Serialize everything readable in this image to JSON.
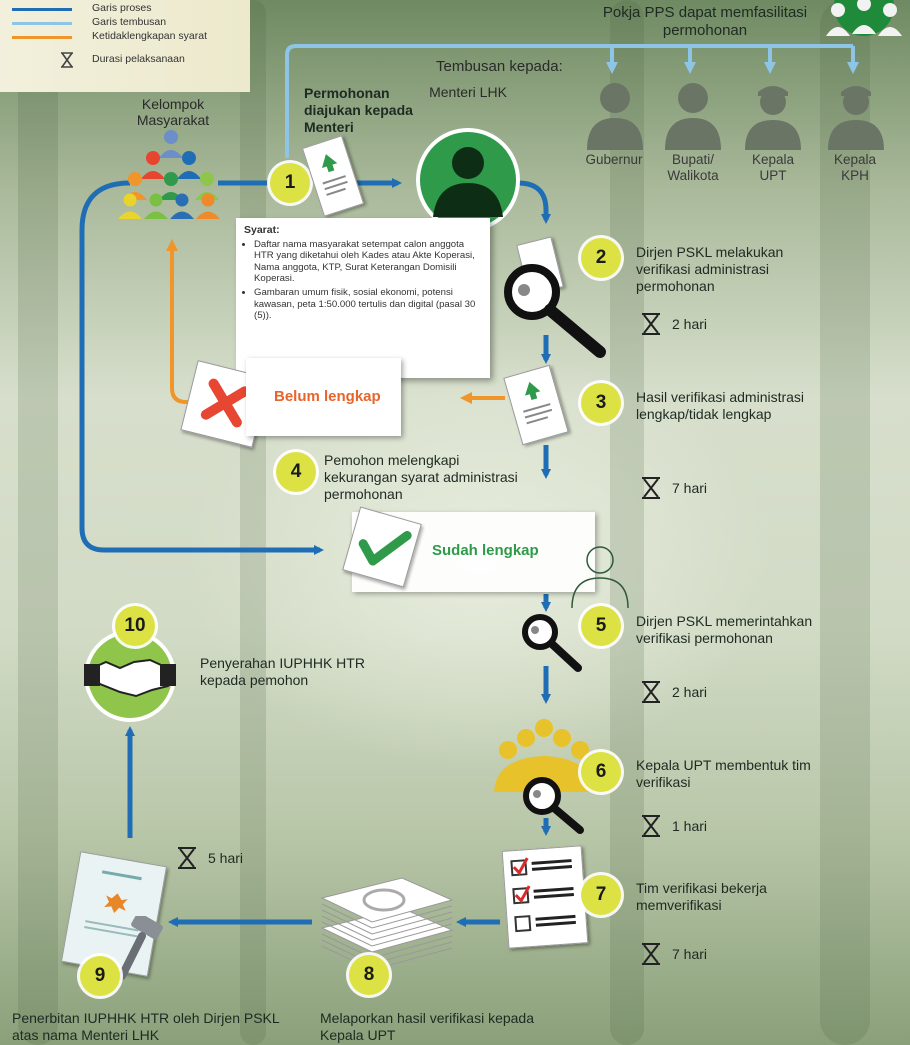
{
  "legend": {
    "items": [
      {
        "label": "Garis proses",
        "color": "#1f6eb5"
      },
      {
        "label": "Garis tembusan",
        "color": "#8ec5e6"
      },
      {
        "label": "Ketidaklengkapan syarat",
        "color": "#f0952a"
      },
      {
        "label": "Durasi pelaksanaan",
        "icon": "hourglass-icon"
      }
    ]
  },
  "pokja": "Pokja PPS dapat memfasilitasi permohonan",
  "tembusan_title": "Tembusan kepada:",
  "officials": [
    {
      "label": "Gubernur"
    },
    {
      "label": "Bupati/ Walikota"
    },
    {
      "label": "Kepala UPT"
    },
    {
      "label": "Kepala KPH"
    }
  ],
  "kelompok": "Kelompok Masyarakat",
  "menteri": "Menteri LHK",
  "syarat": {
    "title": "Syarat:",
    "items": [
      "Daftar nama masyarakat setempat calon anggota HTR yang diketahui oleh Kades atau Akte Koperasi, Nama anggota, KTP, Surat Keterangan Domisili Koperasi.",
      "Gambaran umum fisik, sosial ekonomi, potensi kawasan, peta 1:50.000 tertulis dan digital (pasal 30 (5))."
    ]
  },
  "belum": "Belum lengkap",
  "sudah": "Sudah lengkap",
  "steps": [
    {
      "num": "1",
      "text": "Permohonan diajukan kepada Menteri"
    },
    {
      "num": "2",
      "text": "Dirjen PSKL melakukan verifikasi administrasi permohonan"
    },
    {
      "num": "3",
      "text": "Hasil verifikasi administrasi lengkap/tidak lengkap"
    },
    {
      "num": "4",
      "text": "Pemohon melengkapi kekurangan syarat administrasi permohonan"
    },
    {
      "num": "5",
      "text": "Dirjen PSKL memerintahkan verifikasi permohonan"
    },
    {
      "num": "6",
      "text": "Kepala UPT membentuk tim verifikasi"
    },
    {
      "num": "7",
      "text": "Tim verifikasi bekerja memverifikasi"
    },
    {
      "num": "8",
      "text": "Melaporkan hasil verifikasi kepada Kepala UPT"
    },
    {
      "num": "9",
      "text": "Penerbitan IUPHHK HTR oleh Dirjen PSKL atas nama Menteri LHK"
    },
    {
      "num": "10",
      "text": "Penyerahan IUPHHK HTR kepada pemohon"
    }
  ],
  "durations": [
    "2 hari",
    "7 hari",
    "2 hari",
    "1 hari",
    "7 hari",
    "5 hari"
  ]
}
